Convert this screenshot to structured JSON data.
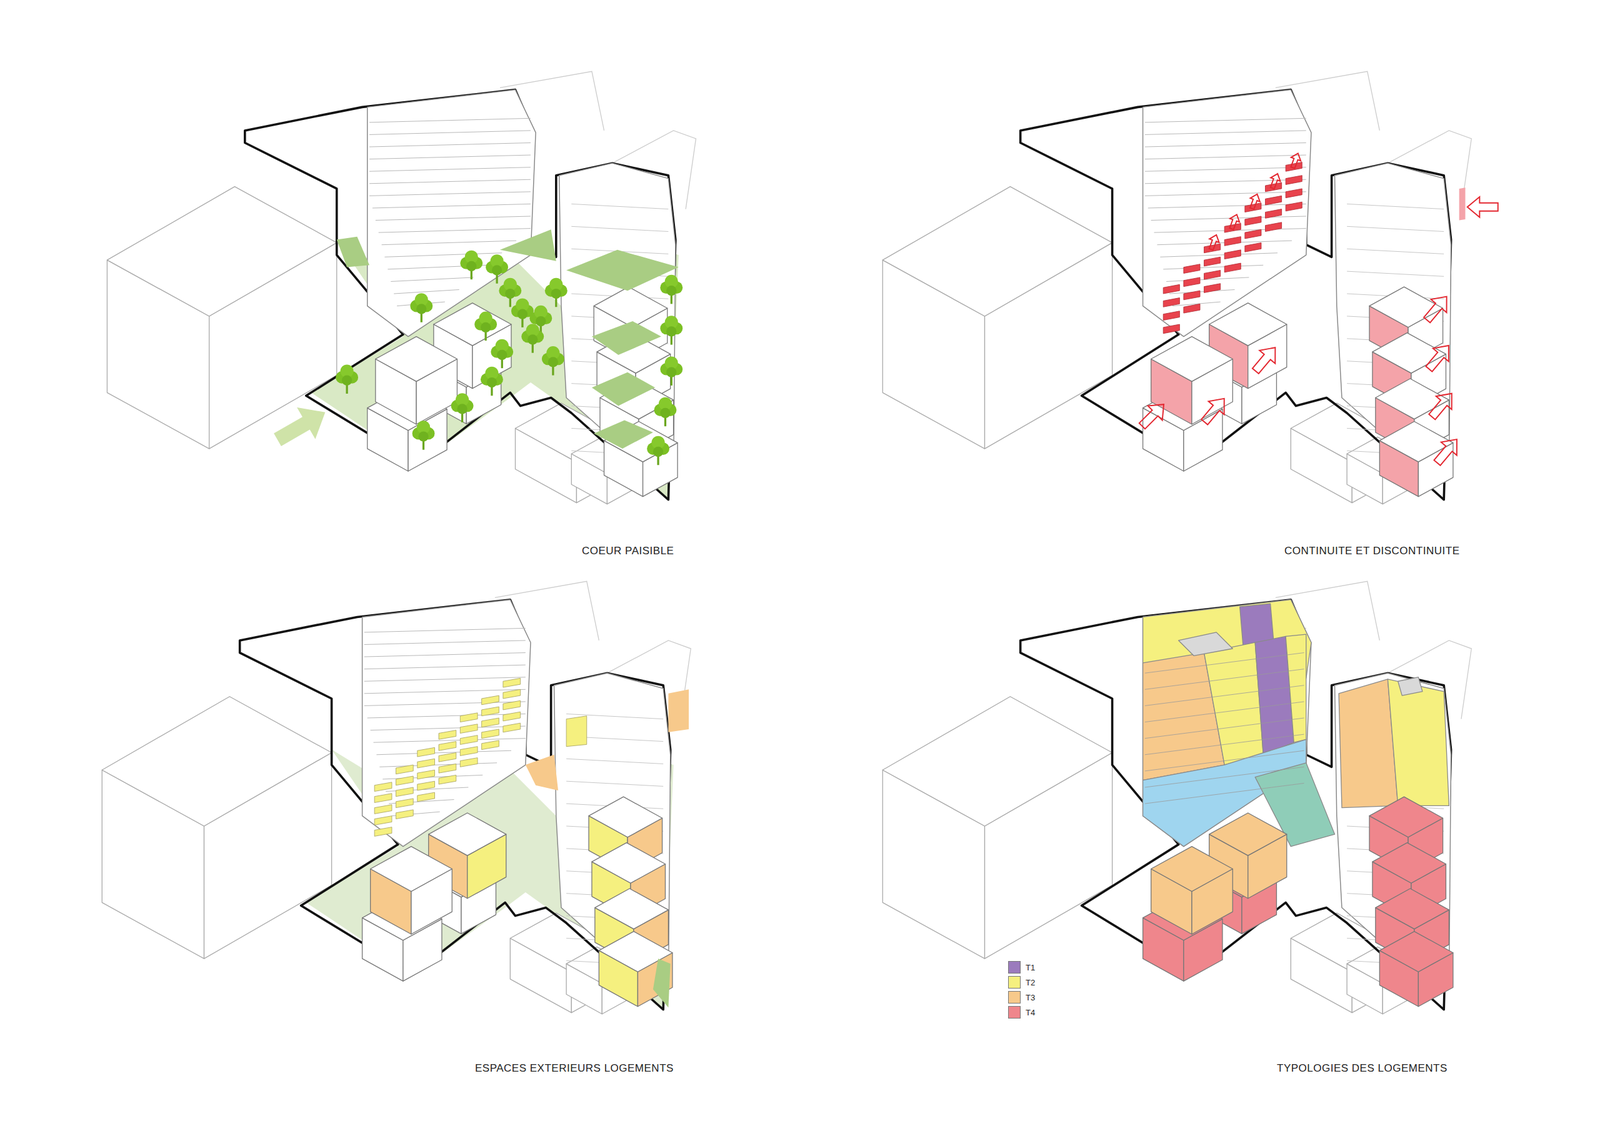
{
  "diagram": {
    "labels": [
      "COEUR PAISIBLE",
      "CONTINUITE ET DISCONTINUITE",
      "ESPACES EXTERIEURS LOGEMENTS",
      "TYPOLOGIES DES LOGEMENTS"
    ],
    "legend": [
      {
        "text": "T1",
        "color": "#9b7bbd"
      },
      {
        "text": "T2",
        "color": "#f5f07f"
      },
      {
        "text": "T3",
        "color": "#f7c98b"
      },
      {
        "text": "T4",
        "color": "#ef868c"
      }
    ]
  }
}
